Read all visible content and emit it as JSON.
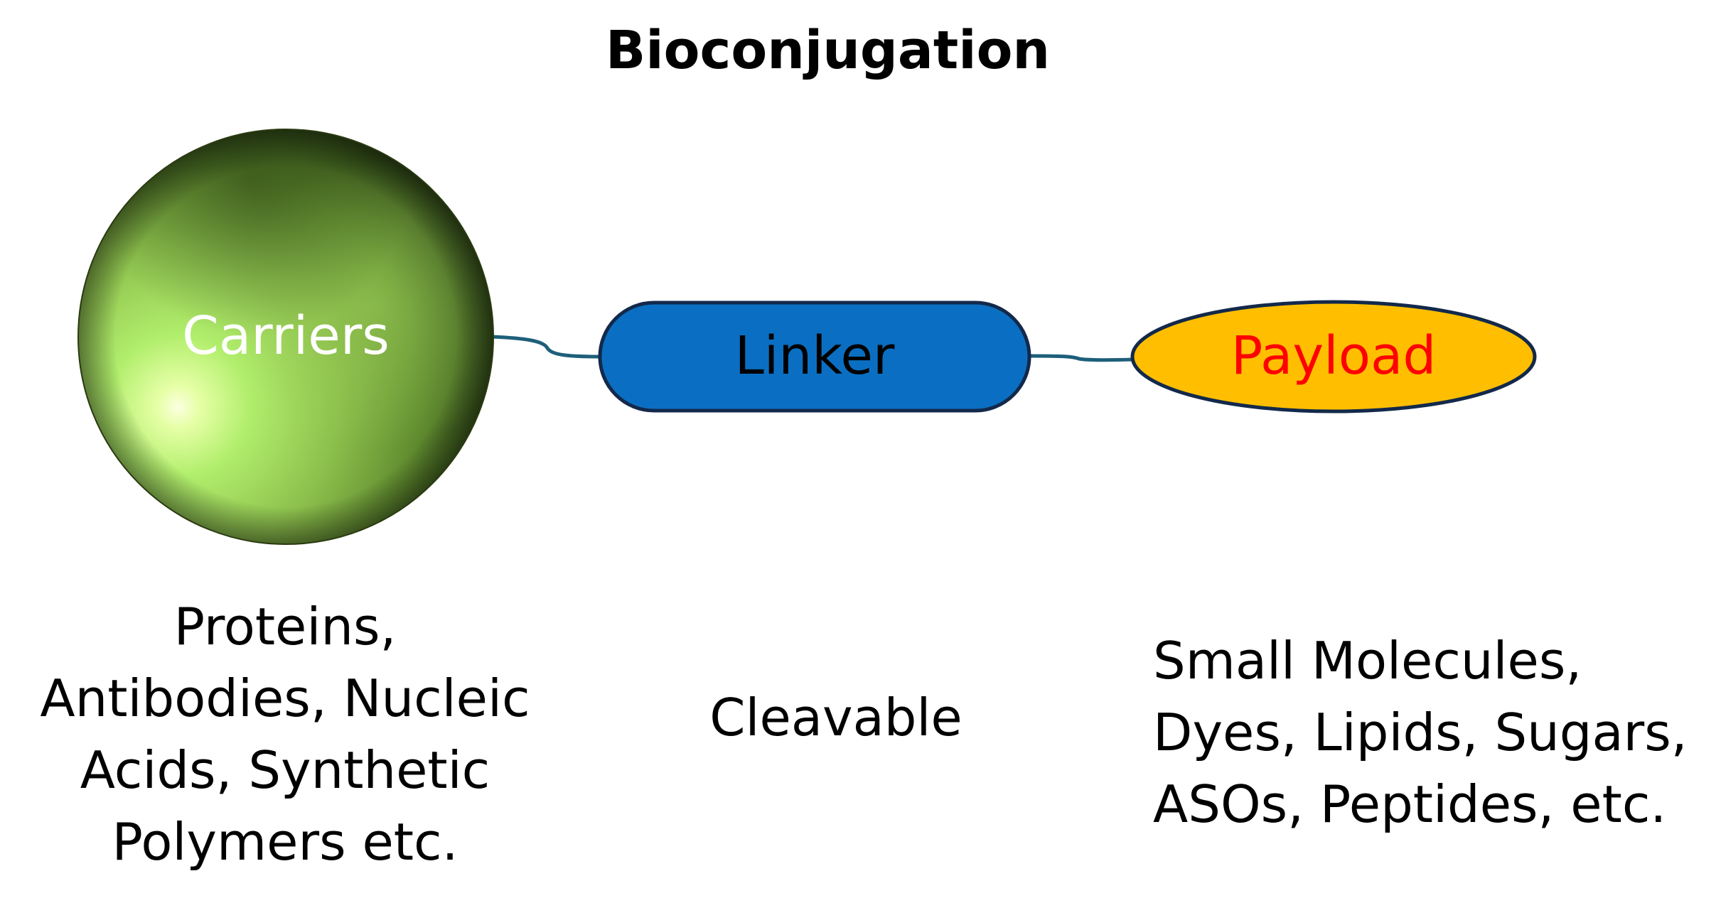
{
  "title": "Bioconjugation",
  "carrier": {
    "label": "Carriers",
    "description_lines": [
      "Proteins,",
      "Antibodies, Nucleic",
      "Acids, Synthetic",
      "Polymers etc."
    ]
  },
  "linker": {
    "label": "Linker",
    "description_lines": [
      "Cleavable"
    ]
  },
  "payload": {
    "label": "Payload",
    "description_lines": [
      "Small Molecules,",
      "Dyes, Lipids, Sugars,",
      "ASOs, Peptides, etc."
    ]
  },
  "colors": {
    "carrier_green": "#8fbf4a",
    "linker_fill": "#0a6fc2",
    "payload_fill": "#ffbf00",
    "payload_text": "#ff0000",
    "connector": "#1e5f7a",
    "outline": "#13294b"
  }
}
